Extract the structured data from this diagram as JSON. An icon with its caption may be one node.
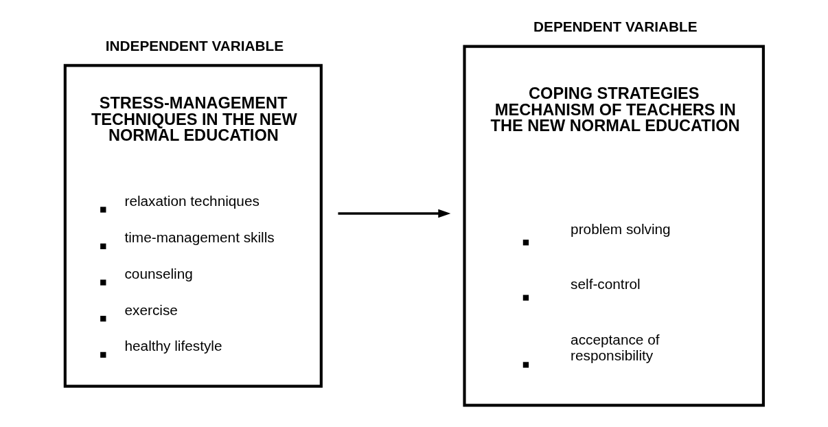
{
  "diagram": {
    "nodes": [
      {
        "text": [
          "INDEPENDENT VARIABLE",
          "STRESS-MANAGEMENT TECHNIQUES IN THE NEW NORMAL EDUCATION",
          "relaxation techniques",
          "time-management skills",
          "counseling",
          "exercise",
          "healthy lifestyle"
        ]
      },
      {
        "text": [
          "DEPENDENT VARIABLE",
          "COPING STRATEGIES MECHANISM OF TEACHERS IN THE NEW NORMAL EDUCATION",
          "problem solving",
          "self-control",
          "acceptance of responsibility"
        ]
      }
    ],
    "edges": [
      {
        "from": 0,
        "to": 1,
        "arrow": "to"
      }
    ]
  }
}
